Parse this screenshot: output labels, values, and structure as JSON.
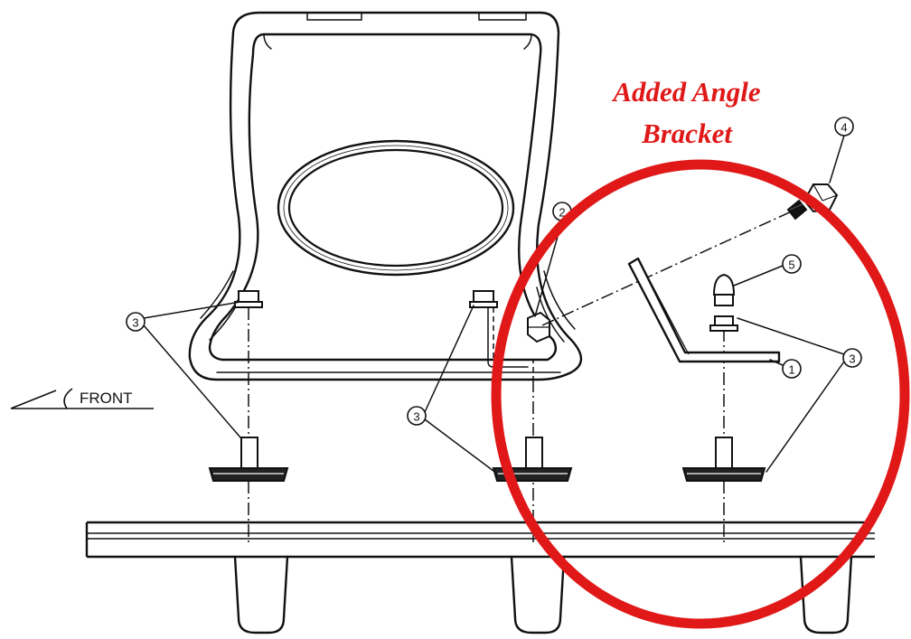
{
  "annotation": {
    "line1": "Added Angle",
    "line2": "Bracket",
    "color": "#e01818"
  },
  "direction_label": "FRONT",
  "callouts": {
    "c1": "1",
    "c2": "2",
    "c3": "3",
    "c4": "4",
    "c5": "5"
  }
}
